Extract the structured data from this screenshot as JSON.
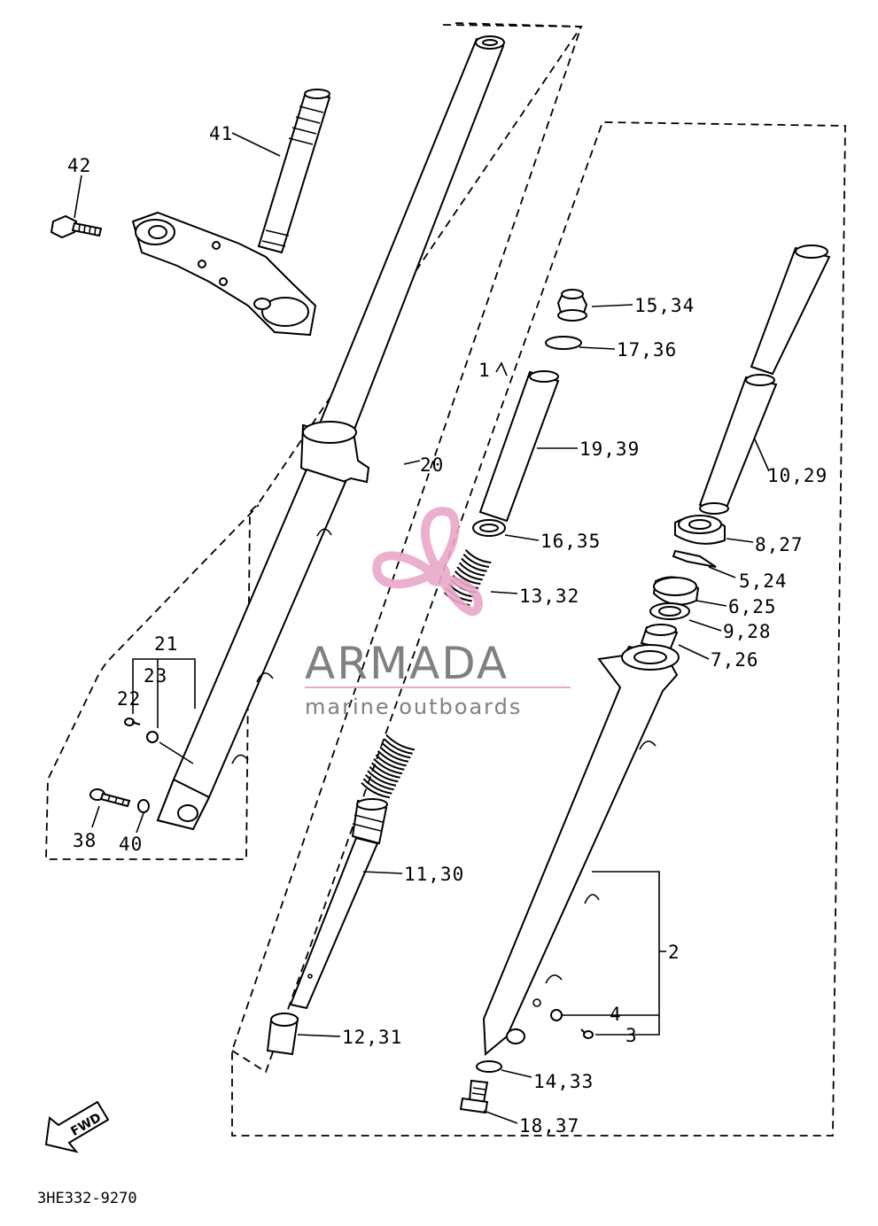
{
  "diagram": {
    "drawing_code": "3HE332-9270",
    "direction_label": "FWD",
    "callouts": {
      "c1": "1",
      "c2": "2",
      "c3": "3",
      "c4": "4",
      "c5": "5,24",
      "c6": "6,25",
      "c7": "7,26",
      "c8": "8,27",
      "c9": "9,28",
      "c10": "10,29",
      "c11": "11,30",
      "c12": "12,31",
      "c13": "13,32",
      "c14": "14,33",
      "c15": "15,34",
      "c16": "16,35",
      "c17": "17,36",
      "c18": "18,37",
      "c19": "19,39",
      "c20": "20",
      "c21": "21",
      "c22": "22",
      "c23": "23",
      "c38": "38",
      "c40": "40",
      "c41": "41",
      "c42": "42"
    }
  },
  "watermark": {
    "brand": "ARMADA",
    "tagline": "marine outboards",
    "brand_color": "#6a6a6a",
    "accent_color": "#e9a8c8"
  }
}
